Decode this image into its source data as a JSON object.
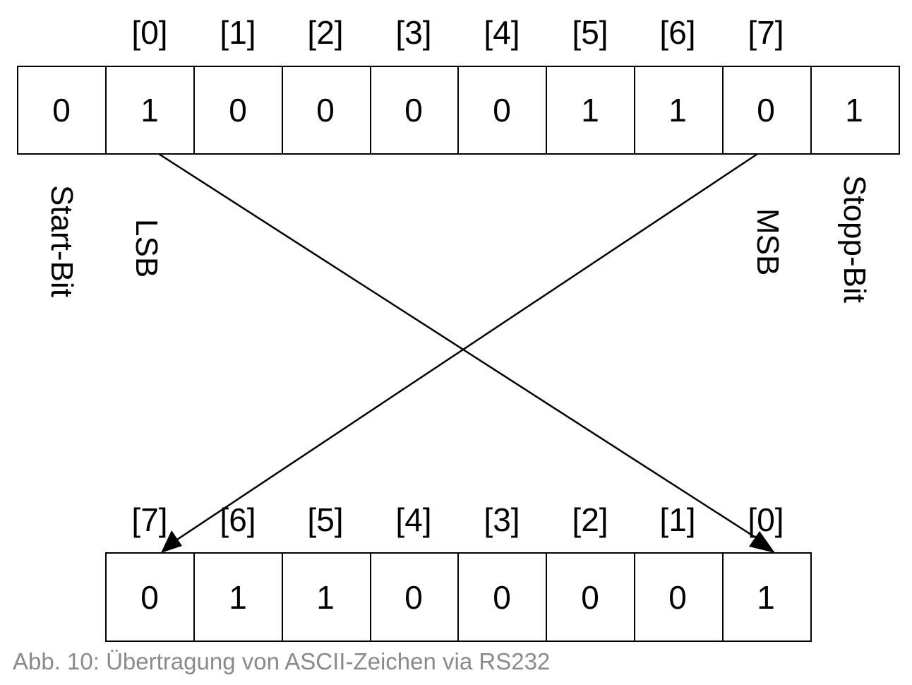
{
  "top_register": {
    "indices": [
      "[0]",
      "[1]",
      "[2]",
      "[3]",
      "[4]",
      "[5]",
      "[6]",
      "[7]"
    ],
    "bits": [
      "0",
      "1",
      "0",
      "0",
      "0",
      "0",
      "1",
      "1",
      "0",
      "1"
    ]
  },
  "labels": {
    "start_bit": "Start-Bit",
    "lsb": "LSB",
    "msb": "MSB",
    "stop_bit": "Stopp-Bit"
  },
  "bottom_register": {
    "indices": [
      "[7]",
      "[6]",
      "[5]",
      "[4]",
      "[3]",
      "[2]",
      "[1]",
      "[0]"
    ],
    "bits": [
      "0",
      "1",
      "1",
      "0",
      "0",
      "0",
      "0",
      "1"
    ]
  },
  "caption": "Abb. 10: Übertragung von ASCII-Zeichen via RS232"
}
